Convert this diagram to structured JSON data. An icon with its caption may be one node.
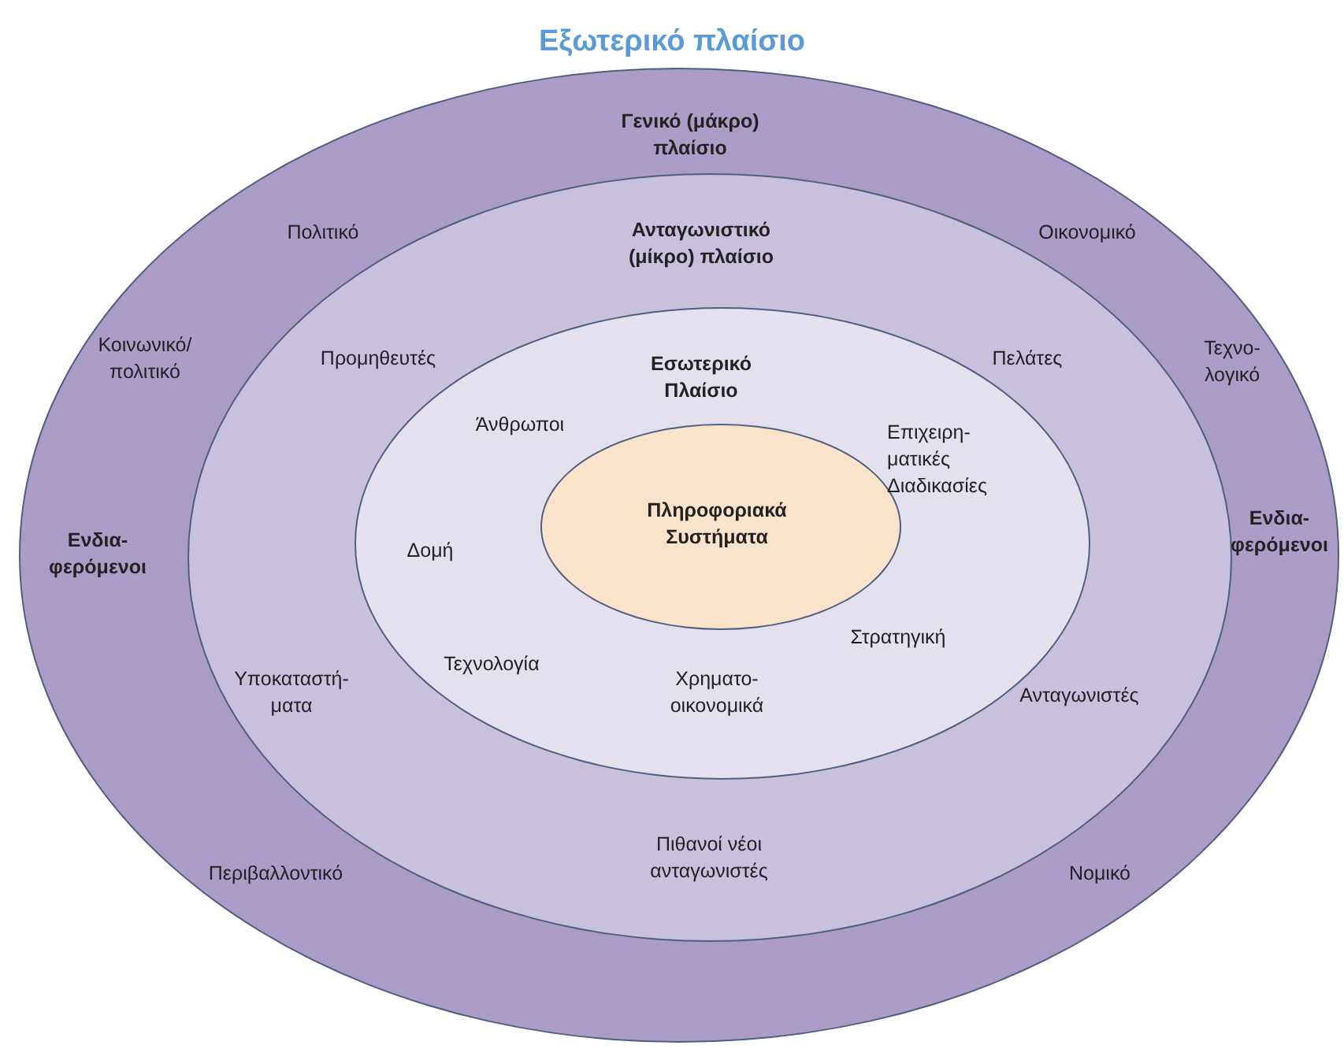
{
  "diagram": {
    "title": "Εξωτερικό πλαίσιο",
    "nodes": [
      {
        "text": [
          "Γενικό (μάκρο) πλαίσιο"
        ]
      },
      {
        "text": [
          "Ανταγωνιστικό (μίκρο) πλαίσιο"
        ],
        "in": 0
      },
      {
        "text": [
          "Εσωτερικό Πλαίσιο"
        ],
        "in": 1
      },
      {
        "text": [
          "Πληροφοριακά Συστήματα"
        ],
        "in": 2
      }
    ],
    "labels": [
      "Πολιτικό",
      "Οικονομικό",
      "Κοινωνικό/ πολιτικό",
      "Προμηθευτές",
      "Πελάτες",
      "Τεχνο- λογικό",
      "Άνθρωποι",
      "Επιχειρη- ματικές Διαδικασίες",
      "Ενδια- φερόμενοι",
      "Ενδια- φερόμενοι",
      "Δομή",
      "Στρατηγική",
      "Τεχνολογία",
      "Υποκαταστή- ματα",
      "Ανταγωνιστές",
      "Χρηματο- οικονομικά",
      "Πιθανοί νέοι ανταγωνιστές",
      "Περιβαλλοντικό",
      "Νομικό"
    ]
  }
}
